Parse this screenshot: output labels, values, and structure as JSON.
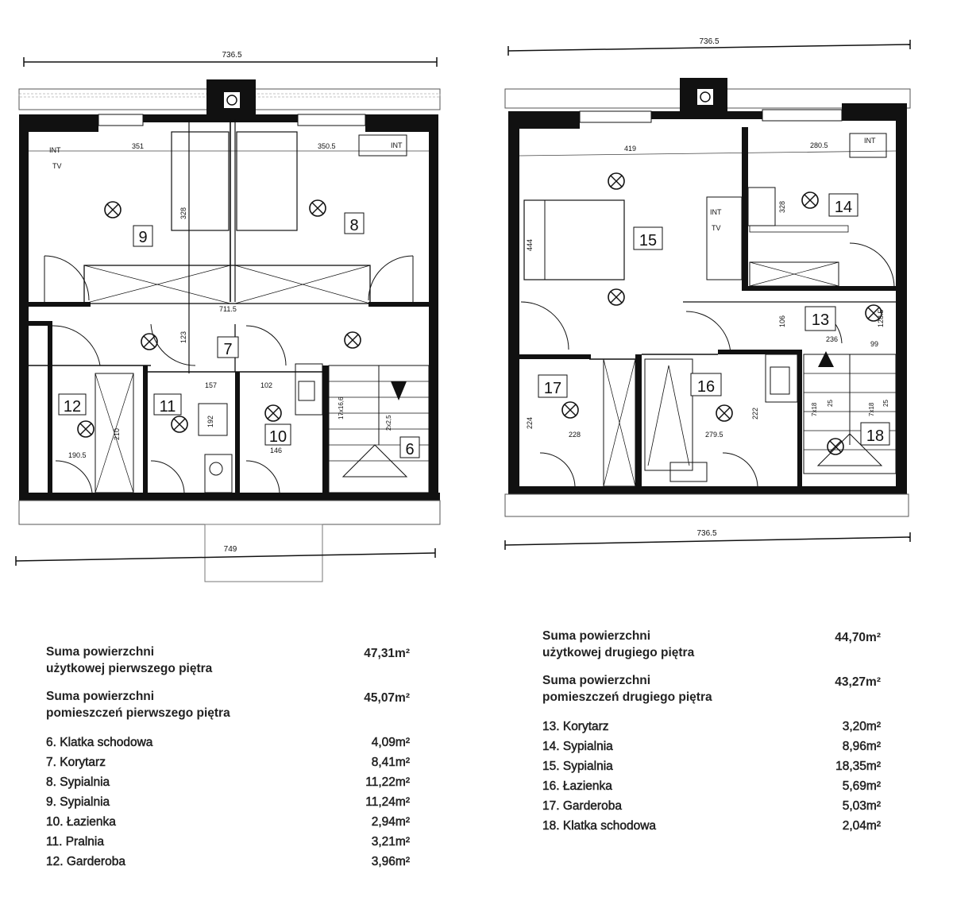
{
  "floor1": {
    "dim_top": "736.5",
    "dim_bottom": "749",
    "dim_labels": [
      "351",
      "350.5",
      "328",
      "711.5",
      "157",
      "102",
      "146",
      "190.5",
      "123",
      "210",
      "192"
    ],
    "rooms": [
      "9",
      "8",
      "7",
      "12",
      "11",
      "10",
      "6"
    ],
    "int_labels": [
      "INT",
      "TV",
      "INT"
    ],
    "stairs_labels": [
      "17x16,6",
      "2x2,5"
    ],
    "summary": [
      {
        "line1": "Suma powierzchni",
        "line2": "użytkowej pierwszego piętra",
        "value": "47,31m²"
      },
      {
        "line1": "Suma powierzchni",
        "line2": "pomieszczeń pierwszego piętra",
        "value": "45,07m²"
      }
    ],
    "room_list": [
      {
        "label": "6. Klatka schodowa",
        "value": "4,09m²"
      },
      {
        "label": "7. Korytarz",
        "value": "8,41m²"
      },
      {
        "label": "8. Sypialnia",
        "value": "11,22m²"
      },
      {
        "label": "9. Sypialnia",
        "value": "11,24m²"
      },
      {
        "label": "10. Łazienka",
        "value": "2,94m²"
      },
      {
        "label": "11. Pralnia",
        "value": "3,21m²"
      },
      {
        "label": "12. Garderoba",
        "value": "3,96m²"
      }
    ]
  },
  "floor2": {
    "dim_top": "736.5",
    "dim_bottom": "736.5",
    "dim_labels": [
      "419",
      "280.5",
      "328",
      "444",
      "106",
      "236",
      "228",
      "279.5",
      "224",
      "222",
      "99",
      "128.5"
    ],
    "rooms": [
      "14",
      "15",
      "13",
      "17",
      "16",
      "18"
    ],
    "int_labels": [
      "INT",
      "TV",
      "INT"
    ],
    "stairs_labels": [
      "7x18",
      "7x18",
      "25",
      "25"
    ],
    "summary": [
      {
        "line1": "Suma powierzchni",
        "line2": "użytkowej drugiego piętra",
        "value": "44,70m²"
      },
      {
        "line1": "Suma powierzchni",
        "line2": "pomieszczeń drugiego piętra",
        "value": "43,27m²"
      }
    ],
    "room_list": [
      {
        "label": "13. Korytarz",
        "value": "3,20m²"
      },
      {
        "label": "14. Sypialnia",
        "value": "8,96m²"
      },
      {
        "label": "15. Sypialnia",
        "value": "18,35m²"
      },
      {
        "label": "16. Łazienka",
        "value": "5,69m²"
      },
      {
        "label": "17. Garderoba",
        "value": "5,03m²"
      },
      {
        "label": "18. Klatka schodowa",
        "value": "2,04m²"
      }
    ]
  }
}
